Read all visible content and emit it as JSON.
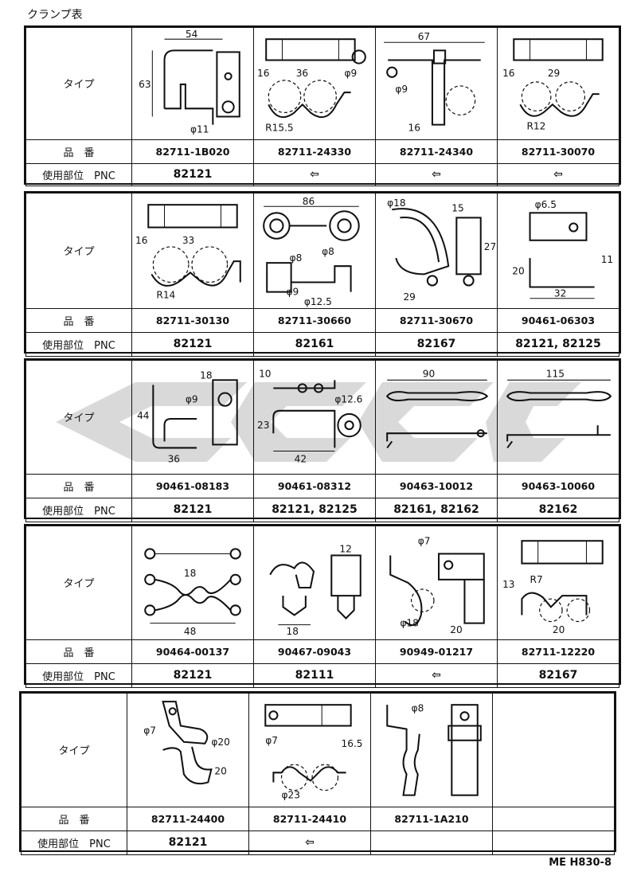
{
  "page": {
    "title": "クランプ表",
    "footer": "ME H830-8"
  },
  "labels": {
    "type": "タイプ",
    "part_no": "品　番",
    "usage": "使用部位　PNC"
  },
  "blocks": [
    {
      "cells": [
        {
          "part_no": "82711-1B020",
          "pnc": "82121",
          "dims": [
            "54",
            "63",
            "φ11"
          ]
        },
        {
          "part_no": "82711-24330",
          "pnc": "⇦",
          "dims": [
            "16",
            "36",
            "φ9",
            "R15.5"
          ]
        },
        {
          "part_no": "82711-24340",
          "pnc": "⇦",
          "dims": [
            "67",
            "φ9",
            "16"
          ]
        },
        {
          "part_no": "82711-30070",
          "pnc": "⇦",
          "dims": [
            "16",
            "29",
            "R12"
          ]
        }
      ]
    },
    {
      "cells": [
        {
          "part_no": "82711-30130",
          "pnc": "82121",
          "dims": [
            "16",
            "33",
            "R14"
          ]
        },
        {
          "part_no": "82711-30660",
          "pnc": "82161",
          "dims": [
            "86",
            "φ8",
            "φ8",
            "φ9",
            "φ12.5"
          ]
        },
        {
          "part_no": "82711-30670",
          "pnc": "82167",
          "dims": [
            "φ18",
            "15",
            "27",
            "29"
          ]
        },
        {
          "part_no": "90461-06303",
          "pnc": "82121, 82125",
          "dims": [
            "φ6.5",
            "11",
            "20",
            "32"
          ]
        }
      ]
    },
    {
      "cells": [
        {
          "part_no": "90461-08183",
          "pnc": "82121",
          "dims": [
            "18",
            "φ9",
            "44",
            "36"
          ]
        },
        {
          "part_no": "90461-08312",
          "pnc": "82121, 82125",
          "dims": [
            "10",
            "φ12.6",
            "23",
            "42"
          ]
        },
        {
          "part_no": "90463-10012",
          "pnc": "82161, 82162",
          "dims": [
            "90"
          ]
        },
        {
          "part_no": "90463-10060",
          "pnc": "82162",
          "dims": [
            "115"
          ]
        }
      ]
    },
    {
      "cells": [
        {
          "part_no": "90464-00137",
          "pnc": "82121",
          "dims": [
            "18",
            "48"
          ]
        },
        {
          "part_no": "90467-09043",
          "pnc": "82111",
          "dims": [
            "12",
            "18"
          ]
        },
        {
          "part_no": "90949-01217",
          "pnc": "⇦",
          "dims": [
            "φ7",
            "φ18",
            "20"
          ]
        },
        {
          "part_no": "82711-12220",
          "pnc": "82167",
          "dims": [
            "13",
            "R7",
            "20"
          ]
        }
      ]
    },
    {
      "cells": [
        {
          "part_no": "82711-24400",
          "pnc": "82121",
          "dims": [
            "φ7",
            "φ20",
            "20"
          ]
        },
        {
          "part_no": "82711-24410",
          "pnc": "⇦",
          "dims": [
            "φ7",
            "16.5",
            "φ23"
          ]
        },
        {
          "part_no": "82711-1A210",
          "pnc": "",
          "dims": [
            "φ8"
          ]
        },
        {
          "part_no": "",
          "pnc": "",
          "dims": []
        }
      ]
    }
  ]
}
